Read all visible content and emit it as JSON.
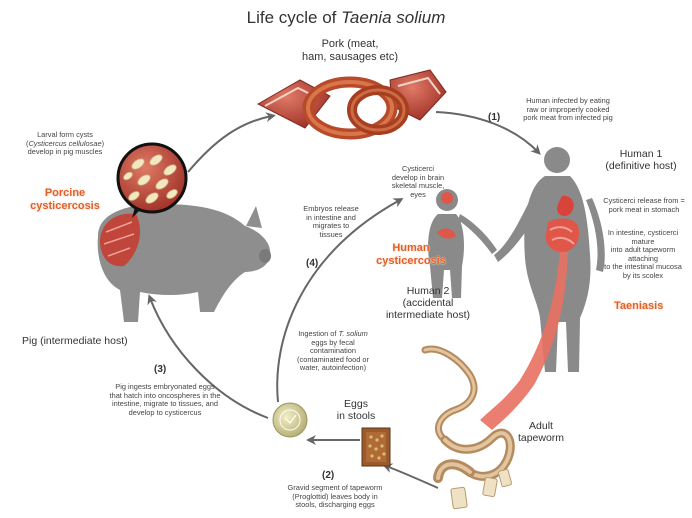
{
  "title": {
    "main": "Life cycle of ",
    "species": "Taenia solium"
  },
  "pork": {
    "line1": "Pork (meat,",
    "line2": "ham, sausages etc)"
  },
  "step1": {
    "num": "(1)",
    "line1": "Human infected by eating",
    "line2": "raw or improperly cooked",
    "line3": "pork meat from infected pig"
  },
  "human1": {
    "line1": "Human 1",
    "line2": "(definitive host)"
  },
  "release": {
    "line1": "Cysticerci release from =",
    "line2": "pork meat in stomach"
  },
  "intestine": {
    "line1": "In intestine, cysticerci",
    "line2": "mature",
    "line3": "into adult tapeworm",
    "line4": "attaching",
    "line5": "to the intestinal mucosa",
    "line6": "by its scolex"
  },
  "taeniasis": "Taeniasis",
  "larval": {
    "line1": "Larval form cysts",
    "line2_open": "(",
    "line2_name": "Cysticercus cellulosae",
    "line2_close": ")",
    "line3": "develop in pig muscles"
  },
  "porcine": {
    "line1": "Porcine",
    "line2": "cysticercosis"
  },
  "cysticerci_brain": {
    "line1": "Cysticerci",
    "line2": "develop in brain",
    "line3": "skeletal muscle,",
    "line4": "eyes"
  },
  "embryos": {
    "line1": "Embryos release",
    "line2": "in intestine and",
    "line3": "migrates to",
    "line4": "tissues"
  },
  "step4": "(4)",
  "human_cyst": {
    "line1": "Human",
    "line2": "cysticercosis"
  },
  "human2": {
    "line1": "Human 2",
    "line2": "(accidental",
    "line3": "intermediate host)"
  },
  "pig": "Pig (intermediate host)",
  "step3": {
    "num": "(3)",
    "line1": "Pig ingests embryonated eggs",
    "line2": "that hatch into oncospheres in the",
    "line3": "intestine, migrate to tissues, and",
    "line4": "develop to cysticercus"
  },
  "ingestion": {
    "line1": "Ingestion of ",
    "line1_name": "T. solium",
    "line2": "eggs by fecal",
    "line3": "contamination",
    "line4": "(contaminated food or",
    "line5": "water, autoinfection)"
  },
  "eggs": {
    "line1": "Eggs",
    "line2": "in stools"
  },
  "adult": {
    "line1": "Adult",
    "line2": "tapeworm"
  },
  "step2": {
    "num": "(2)",
    "line1": "Gravid segment of tapeworm",
    "line2": "(Proglottid) leaves body in",
    "line3": "stools, discharging eggs"
  },
  "colors": {
    "silhouette": "#8a8a8a",
    "accent": "#e1602a",
    "meat": "#c0453a",
    "tapeworm": "#c9a27a",
    "egg": "#d6d29a",
    "arrow": "#666666"
  }
}
